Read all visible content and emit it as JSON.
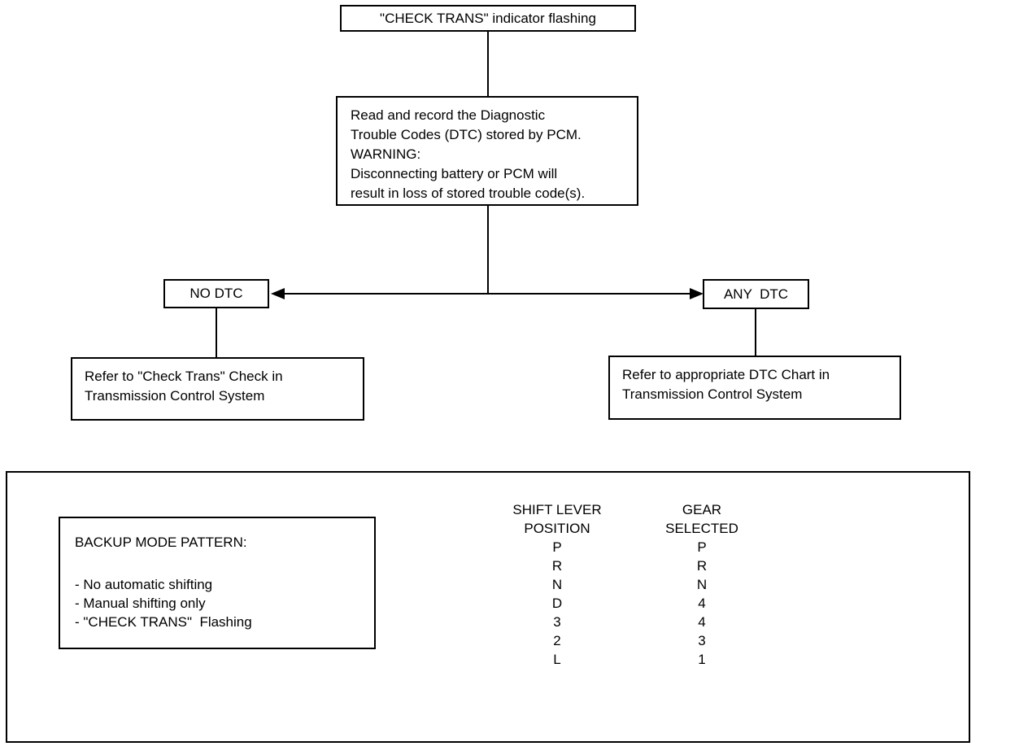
{
  "flowchart": {
    "start_label": "\"CHECK TRANS\" indicator flashing",
    "process_text": "Read and record the Diagnostic\nTrouble Codes (DTC) stored by PCM.\nWARNING:\nDisconnecting battery or PCM will\nresult in loss of stored trouble code(s).",
    "no_dtc_label": "NO DTC",
    "any_dtc_label": "ANY  DTC",
    "no_dtc_action": "Refer to \"Check Trans\" Check in\nTransmission Control System",
    "any_dtc_action": "Refer to appropriate DTC Chart in\nTransmission Control System"
  },
  "backup_panel": {
    "pattern_title": "BACKUP MODE PATTERN:",
    "pattern_items": [
      "- No automatic shifting",
      "- Manual shifting only",
      "- \"CHECK TRANS\"  Flashing"
    ],
    "table": {
      "col1_header": "SHIFT LEVER\nPOSITION",
      "col2_header": "GEAR\nSELECTED",
      "rows": [
        {
          "shift": "P",
          "gear": "P"
        },
        {
          "shift": "R",
          "gear": "R"
        },
        {
          "shift": "N",
          "gear": "N"
        },
        {
          "shift": "D",
          "gear": "4"
        },
        {
          "shift": "3",
          "gear": "4"
        },
        {
          "shift": "2",
          "gear": "3"
        },
        {
          "shift": "L",
          "gear": "1"
        }
      ]
    }
  },
  "colors": {
    "line": "#000000",
    "background": "#ffffff"
  }
}
